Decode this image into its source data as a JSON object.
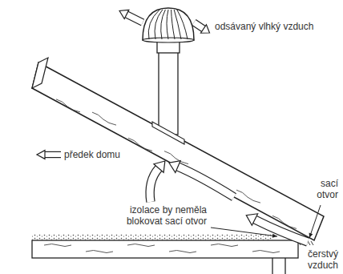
{
  "diagram": {
    "labels": [
      "odsávaný vlhký vzduch",
      "předek domu",
      "izolace by neměla blokovat sací otvor",
      "sací otvor",
      "čerstvý vzduch"
    ]
  }
}
